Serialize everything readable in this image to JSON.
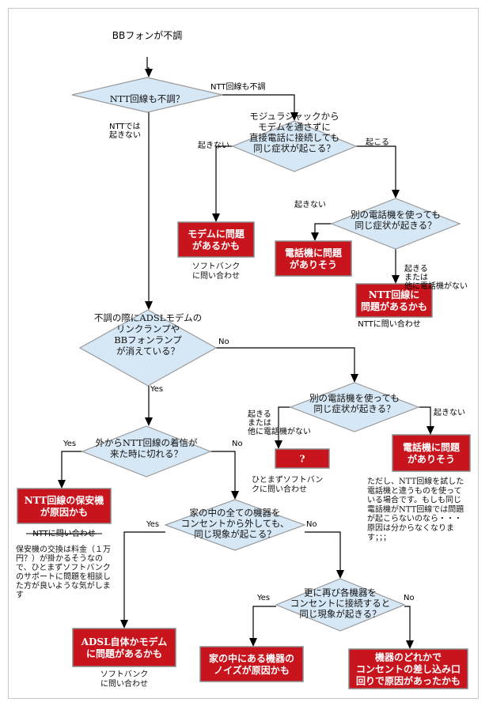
{
  "title": "BBフォンが不調",
  "decisions": {
    "d1": [
      "NTT回線も不調？"
    ],
    "d2": [
      "モジュラジャックから",
      "モデムを通さずに",
      "直接電話に接続しても",
      "同じ症状が起こる？"
    ],
    "d3": [
      "別の電話機を使っても",
      "同じ症状が起きる？"
    ],
    "d4": [
      "不調の際にADSLモデムの",
      "リンクランプや",
      "BBフォンランプ",
      "が消えている？"
    ],
    "d5": [
      "別の電話機を使っても",
      "同じ症状が起きる？"
    ],
    "d6": [
      "外からNTT回線の着信が",
      "来た時に切れる？"
    ],
    "d7": [
      "家の中の全ての機器を",
      "コンセントから外しても、",
      "同じ現象が起こる？"
    ],
    "d8": [
      "更に再び各機器を",
      "コンセントに接続すると",
      "同じ現象が起きる？"
    ]
  },
  "results": {
    "r1": [
      "モデムに問題",
      "があるかも"
    ],
    "r2": [
      "電話機に問題",
      "がありそう"
    ],
    "r3": [
      "NTT回線に",
      "問題があるかも"
    ],
    "r4": [
      "?"
    ],
    "r5": [
      "電話機に問題",
      "がありそう"
    ],
    "r6": [
      "NTT回線の保安機",
      "が原因かも"
    ],
    "r7": [
      "ADSL自体かモデム",
      "に問題があるかも"
    ],
    "r8": [
      "家の中にある機器の",
      "ノイズが原因かも"
    ],
    "r9": [
      "機器のどれかで",
      "コンセントの差し込み口",
      "回りで原因があったかも"
    ]
  },
  "edge_labels": {
    "d1_yes": [
      "NTT回線も不調"
    ],
    "d1_no": [
      "NTTでは",
      "起きない"
    ],
    "d2_no": [
      "起きない"
    ],
    "d2_yes": [
      "起こる"
    ],
    "d3_no": [
      "起きない"
    ],
    "d3_yes": [
      "起きる",
      "または",
      "他に電話機がない"
    ],
    "d4_no": [
      "No"
    ],
    "d4_yes": [
      "Yes"
    ],
    "d5_yes": [
      "起きる",
      "または",
      "他に電話機がない"
    ],
    "d5_no": [
      "起きない"
    ],
    "d6_yes": [
      "Yes"
    ],
    "d6_no": [
      "No"
    ],
    "d7_yes": [
      "Yes"
    ],
    "d7_no": [
      "No"
    ],
    "d8_yes": [
      "Yes"
    ],
    "d8_no": [
      "No"
    ]
  },
  "notes": {
    "n1": [
      "ソフトバンク",
      "に問い合わせ"
    ],
    "n3": [
      "NTTに問い合わせ"
    ],
    "n4": [
      "ひとまずソフトバン",
      "クに問い合わせ"
    ],
    "n5": [
      "ただし、NTT回線を試した",
      "電話機と違うものを使って",
      "いる場合です。もしも同じ",
      "電話機がNTT回線では問題",
      "が起こらないのなら・・・",
      "原因は分からなくなりま",
      "す；；；"
    ],
    "n6_struck": [
      "NTTに問い合わせ"
    ],
    "n6": [
      "保安機の交換は料金（１万",
      "円？）が掛かるそうなの",
      "で、ひとまずソフトバンク",
      "のサポートに問題を相談し",
      "た方が良いような気がしま",
      "す"
    ],
    "n7": [
      "ソフトバンク",
      "に問い合わせ"
    ]
  },
  "colors": {
    "decision_fill": "#d6e7f5",
    "result_fill": "#c8141c",
    "frame_border": "#c8c8c8"
  }
}
